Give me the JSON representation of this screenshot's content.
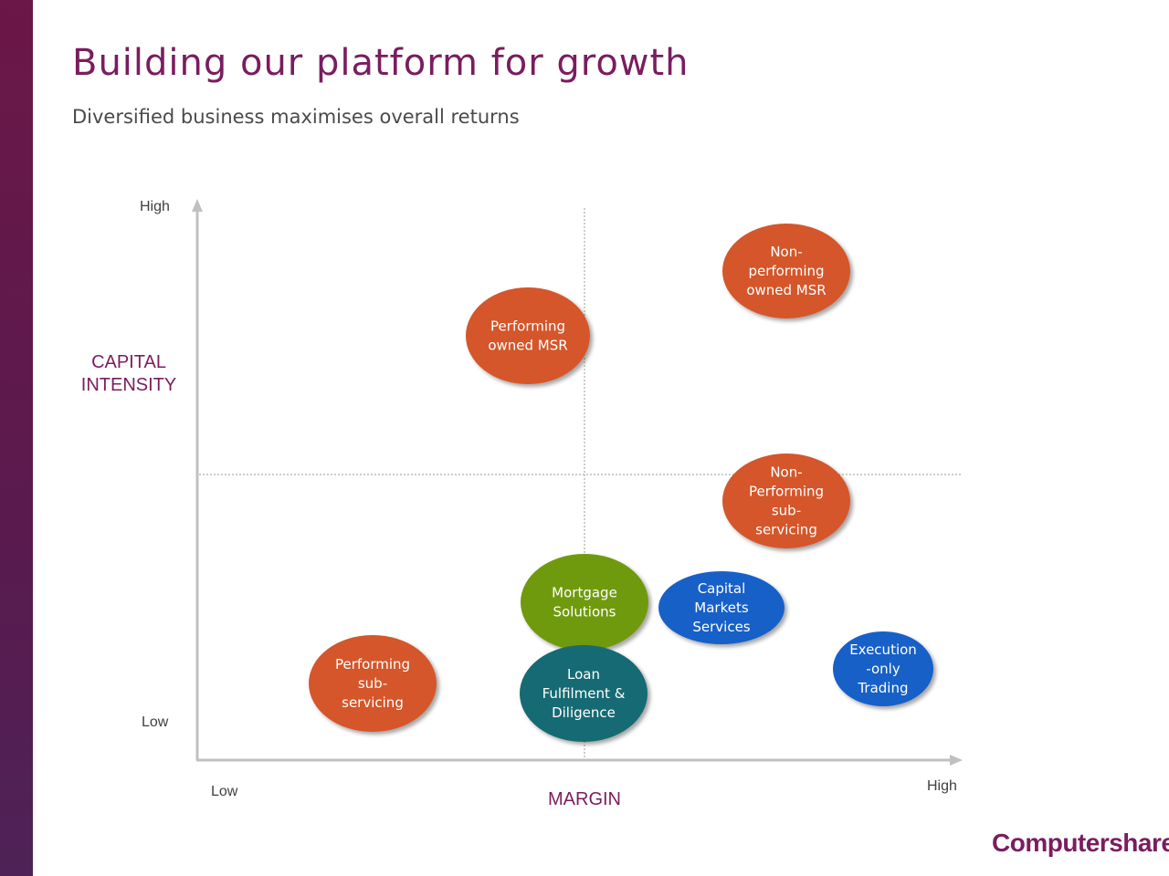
{
  "slide": {
    "title": "Building our platform for growth",
    "subtitle": "Diversified business maximises overall returns",
    "logo_text": "Computershare"
  },
  "axes": {
    "y_title_line1": "CAPITAL",
    "y_title_line2": "INTENSITY",
    "y_high": "High",
    "y_low": "Low",
    "x_title": "MARGIN",
    "x_low": "Low",
    "x_high": "High"
  },
  "colors": {
    "brand": "#7a1d5e",
    "orange": "#d4572b",
    "green": "#6f9a0f",
    "teal": "#146a73",
    "blue": "#1260c8",
    "axis": "#c0c0c0"
  },
  "businesses": [
    {
      "name": "nonperforming-owned-msr",
      "lines": [
        "Non-",
        "performing",
        "owned MSR"
      ],
      "color": "orange"
    },
    {
      "name": "performing-owned-msr",
      "lines": [
        "Performing",
        "owned MSR"
      ],
      "color": "orange"
    },
    {
      "name": "nonperforming-subservicing",
      "lines": [
        "Non-",
        "Performing",
        "sub-",
        "servicing"
      ],
      "color": "orange"
    },
    {
      "name": "mortgage-solutions",
      "lines": [
        "Mortgage",
        "Solutions"
      ],
      "color": "green"
    },
    {
      "name": "capital-markets-services",
      "lines": [
        "Capital",
        "Markets",
        "Services"
      ],
      "color": "blue"
    },
    {
      "name": "execution-only-trading",
      "lines": [
        "Execution",
        "-only",
        "Trading"
      ],
      "color": "blue"
    },
    {
      "name": "performing-subservicing",
      "lines": [
        "Performing",
        "sub-",
        "servicing"
      ],
      "color": "orange"
    },
    {
      "name": "loan-fulfilment-diligence",
      "lines": [
        "Loan",
        "Fulfilment &",
        "Diligence"
      ],
      "color": "teal"
    }
  ]
}
